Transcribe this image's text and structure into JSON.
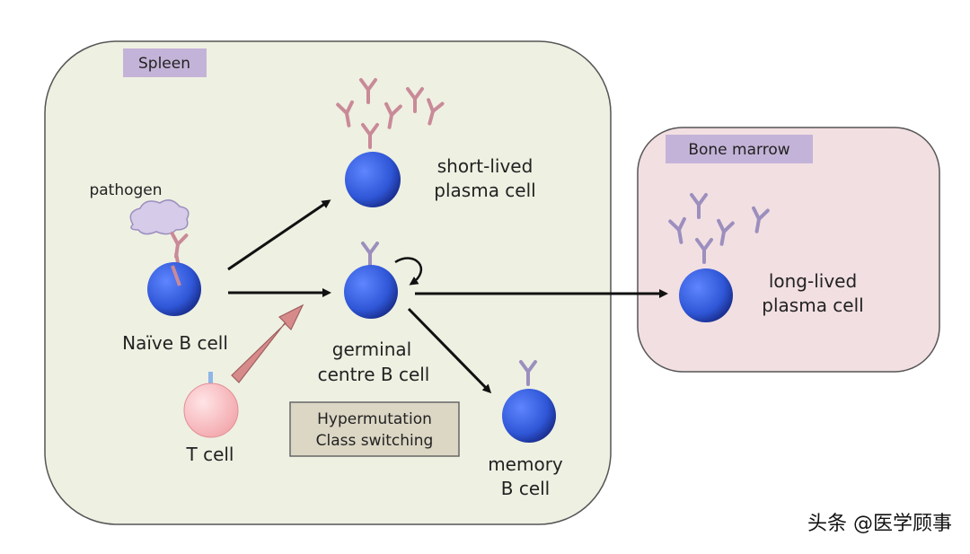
{
  "regions": {
    "spleen": {
      "label": "Spleen",
      "color": "#eef0e2"
    },
    "bone_marrow": {
      "label": "Bone marrow",
      "color": "#f2dfe2"
    }
  },
  "labels": {
    "pathogen": "pathogen",
    "naive_b": "Naïve B cell",
    "t_cell": "T cell",
    "short_lived_1": "short-lived",
    "short_lived_2": "plasma cell",
    "germinal_1": "germinal",
    "germinal_2": "centre B cell",
    "memory_1": "memory",
    "memory_2": "B cell",
    "long_lived_1": "long-lived",
    "long_lived_2": "plasma cell"
  },
  "process_box": {
    "line1": "Hypermutation",
    "line2": "Class switching"
  },
  "watermark": "头条 @医学顾事",
  "colors": {
    "cell_blue": "#2f56d6",
    "cell_dark": "#1a2f8f",
    "t_cell": "#f6b8bc",
    "antibody_pink": "#c98a98",
    "antibody_purple": "#9c8fbe",
    "pathogen": "#d6cbe8",
    "arrow": "#111111",
    "thick_arrow": "#d78a8a",
    "tag_bg": "#c4b3d8"
  }
}
